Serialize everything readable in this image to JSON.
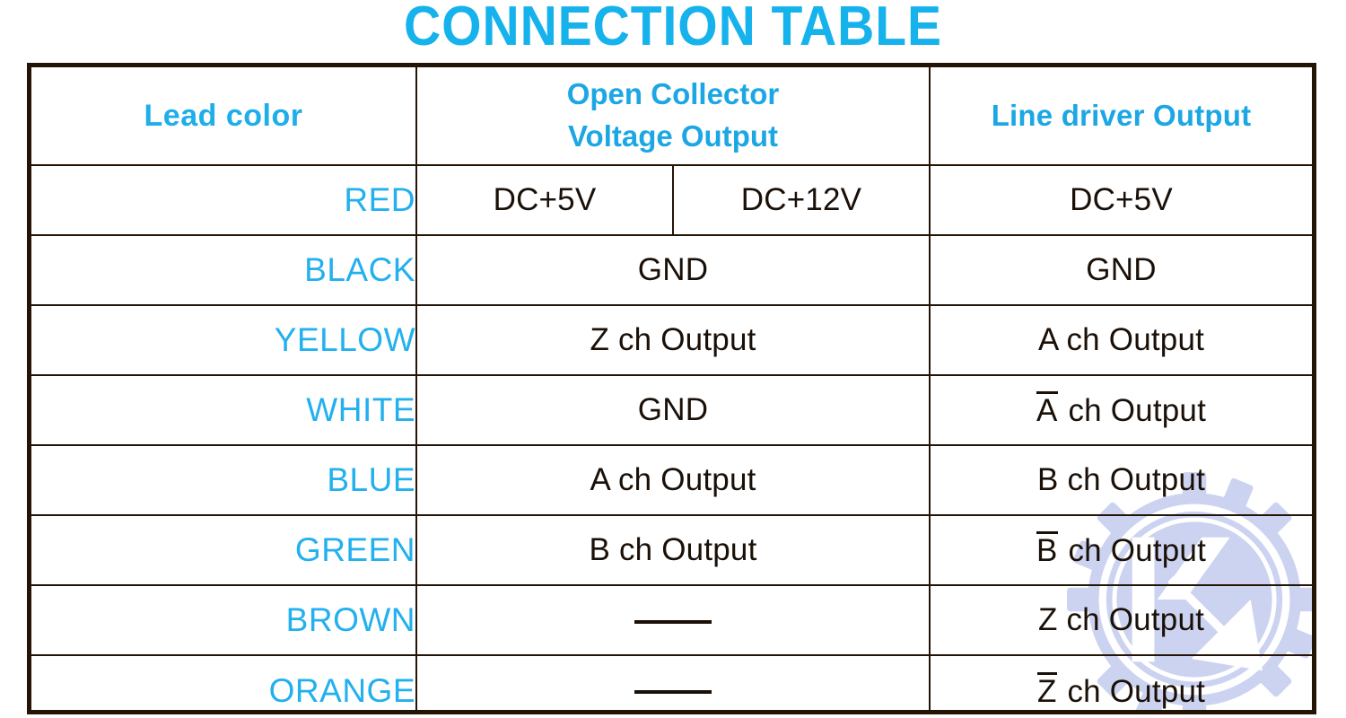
{
  "title": "CONNECTION TABLE",
  "colors": {
    "title_blue": "#16b2ec",
    "header_bg": "#b5e6fb",
    "header_text": "#1ca7e4",
    "lead_text": "#22b0ee",
    "grid": "#231406",
    "value_text": "#1a1008",
    "watermark": "#ccd3f0"
  },
  "table": {
    "columns": [
      {
        "key": "lead",
        "label": "Lead color",
        "span": 1
      },
      {
        "key": "oc",
        "label_line1": "Open Collector",
        "label_line2": "Voltage Output",
        "span": 2
      },
      {
        "key": "ld",
        "label": "Line driver Output",
        "span": 1
      }
    ],
    "rows": [
      {
        "lead": "RED",
        "oc_split": true,
        "oc_a": "DC+5V",
        "oc_b": "DC+12V",
        "ld": "DC+5V",
        "ld_overline": ""
      },
      {
        "lead": "BLACK",
        "oc_split": false,
        "oc": "GND",
        "ld": "GND",
        "ld_overline": ""
      },
      {
        "lead": "YELLOW",
        "oc_split": false,
        "oc": "Z ch Output",
        "ld": "A ch Output",
        "ld_overline": ""
      },
      {
        "lead": "WHITE",
        "oc_split": false,
        "oc": "GND",
        "ld": " ch Output",
        "ld_overline": "A"
      },
      {
        "lead": "BLUE",
        "oc_split": false,
        "oc": "A ch Output",
        "ld": "B ch Output",
        "ld_overline": ""
      },
      {
        "lead": "GREEN",
        "oc_split": false,
        "oc": "B ch Output",
        "ld": " ch Output",
        "ld_overline": "B"
      },
      {
        "lead": "BROWN",
        "oc_split": false,
        "oc": "",
        "oc_dash": true,
        "ld": "Z ch Output",
        "ld_overline": ""
      },
      {
        "lead": "ORANGE",
        "oc_split": false,
        "oc": "",
        "oc_dash": true,
        "ld": " ch Output",
        "ld_overline": "Z"
      }
    ]
  },
  "watermark": {
    "name": "gear-logo-watermark",
    "letter": "K"
  }
}
